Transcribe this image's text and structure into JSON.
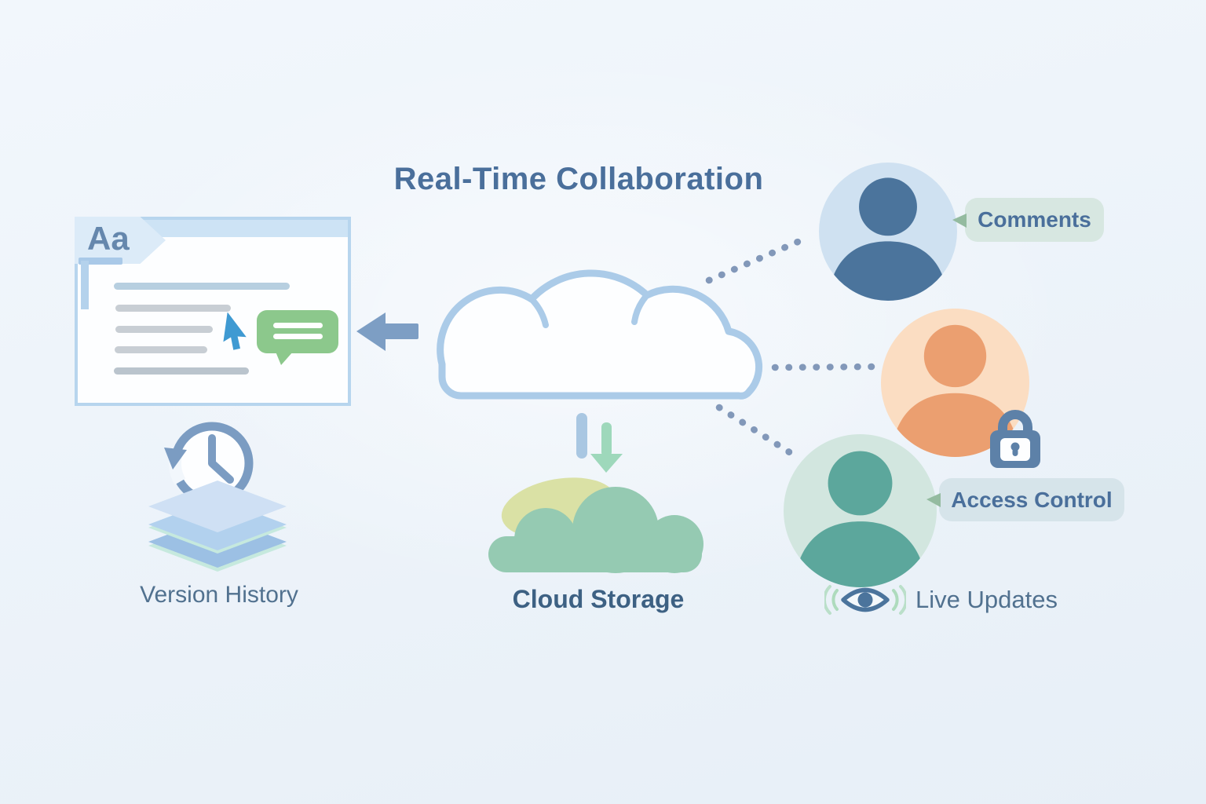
{
  "title": "Real-Time Collaboration",
  "document": {
    "tab_label": "Aa"
  },
  "labels": {
    "version_history": "Version History",
    "cloud_storage": "Cloud Storage",
    "comments": "Comments",
    "access_control": "Access Control",
    "live_updates": "Live Updates"
  },
  "icons": {
    "document_window": "document-with-text-lines",
    "text_tab": "Aa-tab",
    "cursor": "mouse-pointer",
    "comment_bubble": "green-speech-bubble",
    "history_clock": "clock-with-counterclockwise-arrow",
    "version_layers": "three-stacked-layers",
    "sync_arrow": "left-arrow",
    "cloud": "white-cloud-outline",
    "download_bar": "blue-bar",
    "download_arrow": "green-down-arrow",
    "storage_hills": "green-hill-cloud",
    "user_blue": "person-avatar-blue",
    "user_orange": "person-avatar-orange",
    "user_teal": "person-avatar-teal",
    "lock": "padlock",
    "eye": "eye-with-sound-waves",
    "dotted_links": "three-dotted-connector-lines"
  },
  "colors": {
    "bg-top": "#f2f7fc",
    "bg-bottom": "#e7eff7",
    "heading": "#4a6f9b",
    "label": "#51718f",
    "label-dark": "#3d6183",
    "outline-blue": "#b7d5ee",
    "cloud-stroke": "#abcbe8",
    "steel": "#7b9cc2",
    "arrow-blue": "#7d9ec4",
    "dot": "#8298b9",
    "doc-band": "#cde3f5",
    "doc-tab": "#dcebf8",
    "tab-text": "#6587ad",
    "line-blue": "#b7cfe0",
    "line-gray": "#c8ced4",
    "line-gray-dark": "#bac4cd",
    "cursor-blue": "#3f9ad2",
    "comment-green": "#8cc88c",
    "layer-1": "#cfe0f4",
    "layer-2": "#b2d1ee",
    "layer-3": "#9cc0e4",
    "layer-edge": "#c6e9de",
    "avatar-blue-bg": "#cfe1f1",
    "avatar-blue": "#4b749c",
    "avatar-orange-bg": "#fbddc2",
    "avatar-orange": "#eb9f70",
    "avatar-teal-bg": "#d2e6df",
    "avatar-teal": "#5ca79c",
    "bubble-comments-bg": "#d7e7e1",
    "bubble-access-bg": "#d6e4ea",
    "bubble-tail": "#94bba0",
    "lock-blue": "#5d81a8",
    "storage-green": "#95cab2",
    "storage-yellow": "#dae1a5",
    "down-bar": "#a9c7e2",
    "down-arrow-green": "#9ed8bb",
    "wave-green": "#aedbbd"
  }
}
